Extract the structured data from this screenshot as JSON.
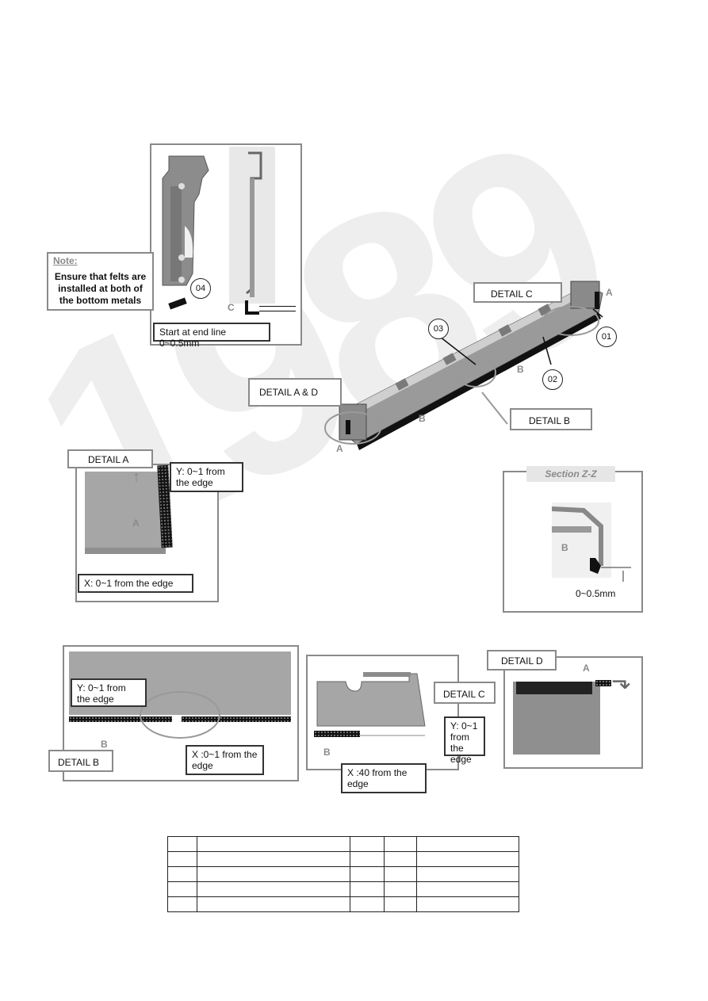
{
  "note": {
    "title": "Note:",
    "text": "Ensure that felts are installed at both of the bottom metals"
  },
  "top_detail": {
    "callout_04": "04",
    "letter_c": "C",
    "start_label": "Start at end line 0~0.5mm"
  },
  "main_assembly": {
    "detail_c_label": "DETAIL C",
    "detail_ad_label": "DETAIL A & D",
    "detail_b_label": "DETAIL B",
    "callout_01": "01",
    "callout_02": "02",
    "callout_03": "03",
    "letter_a_right": "A",
    "letter_a_left": "A",
    "letter_b_1": "B",
    "letter_b_2": "B"
  },
  "detail_a": {
    "title": "DETAIL A",
    "y_label": "Y: 0~1 from the edge",
    "x_label": "X: 0~1 from the edge",
    "letter_a": "A"
  },
  "section_zz": {
    "title": "Section Z-Z",
    "letter_b": "B",
    "measure": "0~0.5mm"
  },
  "detail_b": {
    "title": "DETAIL B",
    "y_label": "Y: 0~1 from the edge",
    "x_label": "X :0~1 from the edge",
    "letter_b": "B"
  },
  "detail_c": {
    "title": "DETAIL C",
    "y_label": "Y: 0~1 from the edge",
    "x_label": "X :40 from the edge",
    "letter_b": "B"
  },
  "detail_d": {
    "title": "DETAIL D",
    "letter_a": "A"
  },
  "parts_table": {
    "rows": [
      [
        "",
        "",
        "",
        "",
        ""
      ],
      [
        "",
        "",
        "",
        "",
        ""
      ],
      [
        "",
        "",
        "",
        "",
        ""
      ],
      [
        "",
        "",
        "",
        "",
        ""
      ],
      [
        "",
        "",
        "",
        "",
        ""
      ]
    ]
  }
}
